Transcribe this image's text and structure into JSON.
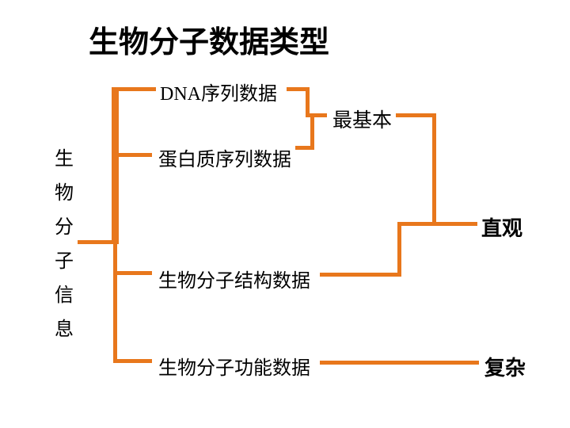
{
  "title": "生物分子数据类型",
  "colors": {
    "connector": "#E8771C",
    "title_text": "#000000",
    "body_text": "#000000"
  },
  "root": {
    "label": "生物分子信息",
    "chars": [
      "生",
      "物",
      "分",
      "子",
      "信",
      "息"
    ]
  },
  "nodes": [
    {
      "id": "dna-sequence",
      "label": "DNA序列数据"
    },
    {
      "id": "protein-sequence",
      "label": "蛋白质序列数据"
    },
    {
      "id": "structure",
      "label": "生物分子结构数据"
    },
    {
      "id": "function",
      "label": "生物分子功能数据"
    }
  ],
  "annotations": [
    {
      "id": "most-basic",
      "label": "最基本"
    },
    {
      "id": "intuitive",
      "label": "直观"
    },
    {
      "id": "complex",
      "label": "复杂"
    }
  ]
}
